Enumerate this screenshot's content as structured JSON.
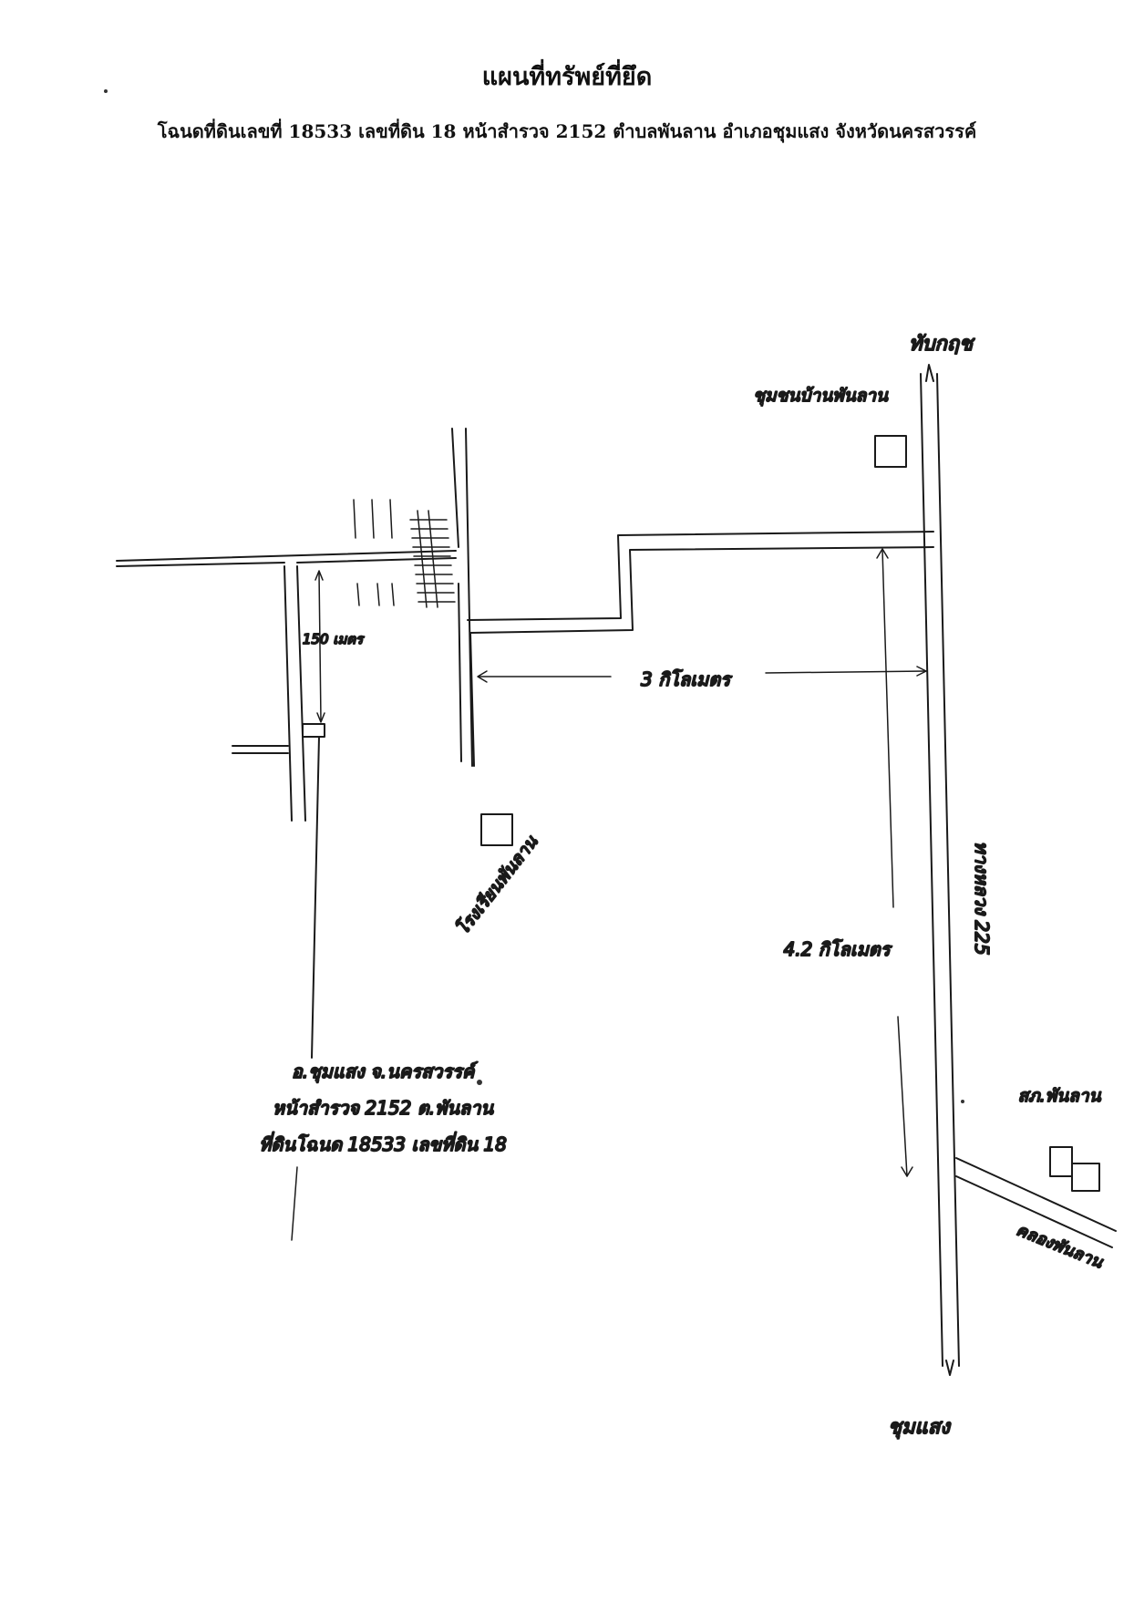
{
  "document": {
    "title": "แผนที่ทรัพย์ที่ยึด",
    "subtitle": "โฉนดที่ดินเลขที่ 18533 เลขที่ดิน 18 หน้าสำรวจ 2152 ตำบลพันลาน อำเภอชุมแสง จังหวัดนครสวรรค์"
  },
  "map_labels": {
    "north_destination": "ทับกฤช",
    "village": "ชุมชนบ้านพันลาน",
    "distance_middle": "3 กิโลเมตร",
    "distance_left": "150 เมตร",
    "school": "โรงเรียนพันลาน",
    "distance_road": "4.2 กิโลเมตร",
    "road_name": "ทางหลวง 225",
    "police": "สภ.พันลาน",
    "canal": "คลองพันลาน",
    "south_destination": "ชุมแสง",
    "parcel_line_1": "ที่ดินโฉนด 18533 เลขที่ดิน 18",
    "parcel_line_2": "หน้าสำรวจ 2152 ต.พันลาน",
    "parcel_line_3": "อ.ชุมแสง จ.นครสวรรค์"
  }
}
